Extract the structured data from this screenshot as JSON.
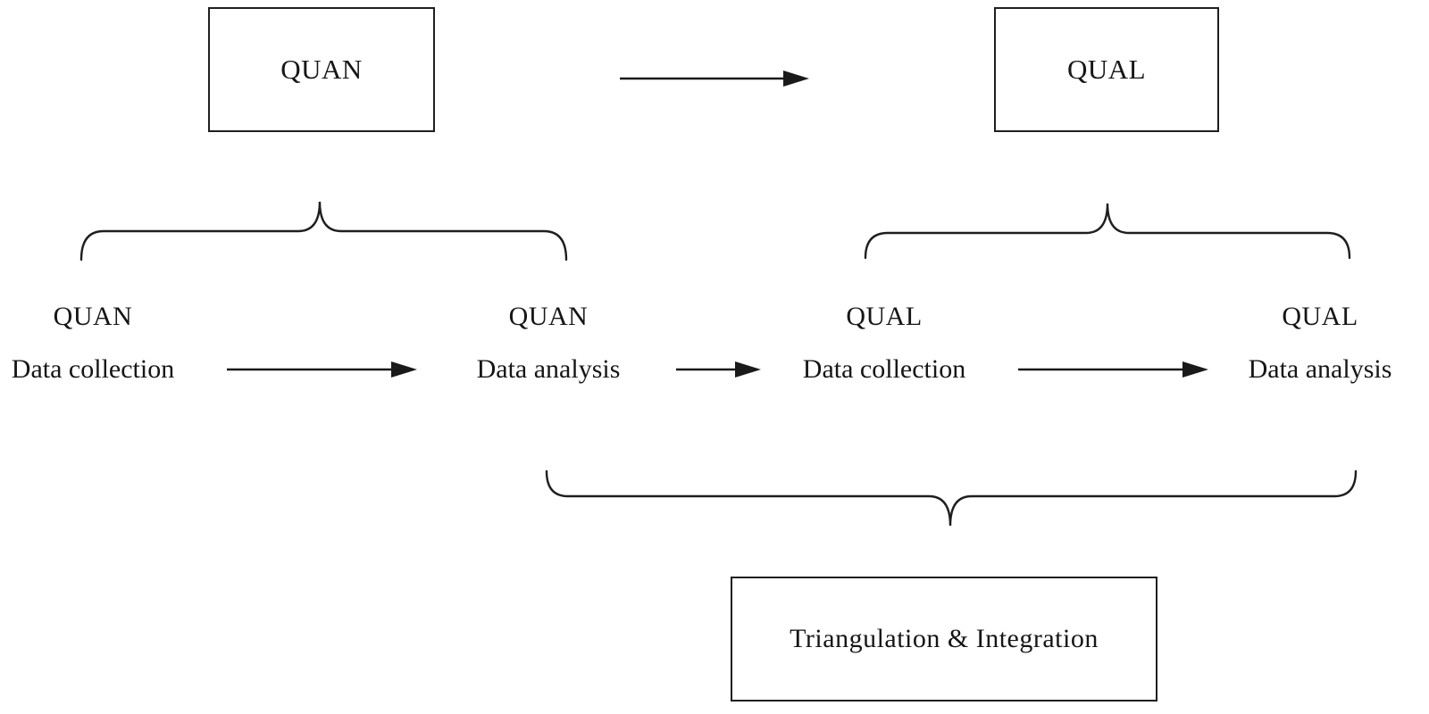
{
  "top_boxes": {
    "left_label": "QUAN",
    "right_label": "QUAL"
  },
  "stages": [
    {
      "phase": "QUAN",
      "step": "Data collection"
    },
    {
      "phase": "QUAN",
      "step": "Data analysis"
    },
    {
      "phase": "QUAL",
      "step": "Data collection"
    },
    {
      "phase": "QUAL",
      "step": "Data analysis"
    }
  ],
  "bottom_box": {
    "label": "Triangulation & Integration"
  },
  "colors": {
    "ink": "#1a1a1a",
    "background": "#ffffff"
  }
}
